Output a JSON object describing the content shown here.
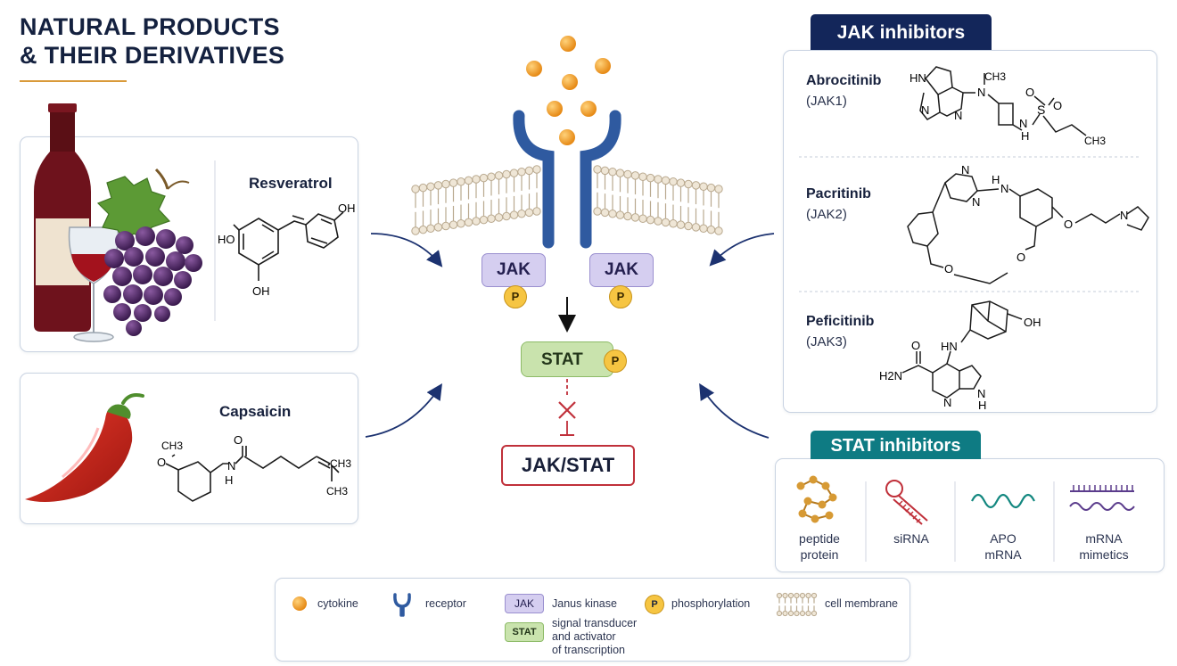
{
  "title": {
    "line1": "NATURAL PRODUCTS",
    "line2": "& THEIR DERIVATIVES"
  },
  "natural_products": [
    {
      "name": "Resveratrol"
    },
    {
      "name": "Capsaicin"
    }
  ],
  "jak_inhibitors": {
    "header": "JAK inhibitors",
    "items": [
      {
        "name": "Abrocitinib",
        "target": "(JAK1)"
      },
      {
        "name": "Pacritinib",
        "target": "(JAK2)"
      },
      {
        "name": "Peficitinib",
        "target": "(JAK3)"
      }
    ]
  },
  "stat_inhibitors": {
    "header": "STAT inhibitors",
    "items": [
      {
        "line1": "peptide",
        "line2": "protein"
      },
      {
        "line1": "siRNA",
        "line2": ""
      },
      {
        "line1": "APO",
        "line2": "mRNA"
      },
      {
        "line1": "mRNA",
        "line2": "mimetics"
      }
    ]
  },
  "pathway": {
    "jak_left": "JAK",
    "jak_right": "JAK",
    "p": "P",
    "stat": "STAT",
    "jakstat": "JAK/STAT"
  },
  "legend": {
    "cytokine": "cytokine",
    "receptor": "receptor",
    "jak_tag": "JAK",
    "jak_text": "Janus kinase",
    "p_tag": "P",
    "phosphorylation": "phosphorylation",
    "cell_membrane": "cell membrane",
    "stat_tag": "STAT",
    "stat_line1": "signal transducer",
    "stat_line2": "and activator",
    "stat_line3": "of transcription"
  },
  "colors": {
    "navy": "#14213f",
    "jak_header": "#13265a",
    "stat_header": "#0e7b83",
    "receptor": "#2f5aa0",
    "cytokine": "#f2a22e",
    "inhibit": "#c0303a"
  },
  "chem": {
    "resveratrol": {
      "oh_top": "OH",
      "oh_left": "HO",
      "oh_bottom": "OH"
    },
    "capsaicin": {
      "ch3_top": "CH3",
      "o": "O",
      "carbonyl_o": "O",
      "n": "N",
      "h": "H",
      "ch3_right1": "CH3",
      "ch3_right2": "CH3"
    },
    "abrocitinib": {
      "hn": "HN",
      "n1": "N",
      "n2": "N",
      "n_methyl": "N",
      "ch3": "CH3",
      "s": "S",
      "o1": "O",
      "o2": "O",
      "nh": "N",
      "h": "H",
      "ch3_end": "CH3"
    },
    "pacritinib": {
      "n1": "N",
      "n2": "N",
      "nh": "N",
      "h": "H",
      "o1": "O",
      "o2": "O",
      "o3": "O",
      "n_pyr": "N"
    },
    "peficitinib": {
      "o": "O",
      "oh": "OH",
      "hn": "HN",
      "h2n": "H2N",
      "n": "N",
      "nh": "N",
      "h": "H"
    }
  }
}
